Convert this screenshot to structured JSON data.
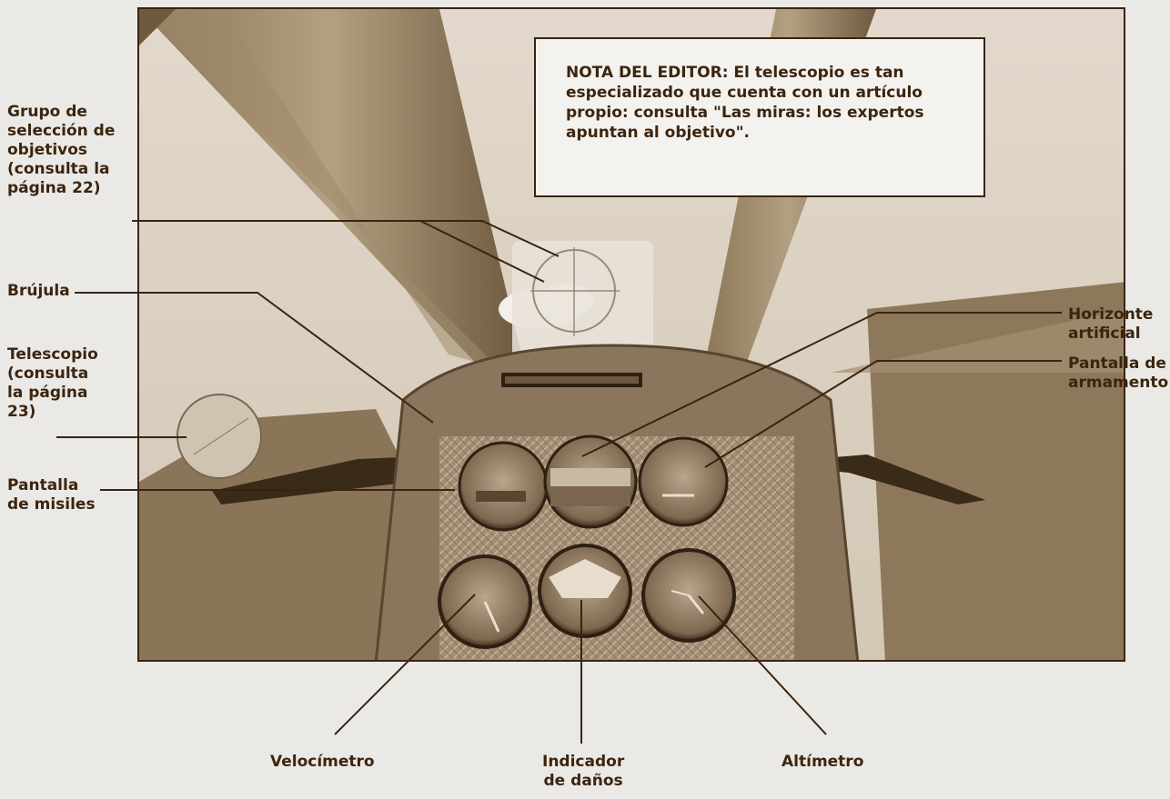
{
  "editor_note": {
    "heading": "NOTA DEL EDITOR:",
    "body": "El telescopio es tan especializado que cuenta con un artículo propio: consulta \"Las miras: los expertos apuntan al objetivo\"."
  },
  "callouts": {
    "target_group": [
      "Grupo de",
      "selección de",
      "objetivos",
      "(consulta la",
      "página 22)"
    ],
    "compass": [
      "Brújula"
    ],
    "telescope": [
      "Telescopio",
      "(consulta",
      "la página",
      "23)"
    ],
    "missile_display": [
      "Pantalla",
      "de misiles"
    ],
    "artificial_horizon": [
      "Horizonte",
      "artificial"
    ],
    "weapons_display": [
      "Pantalla de",
      "armamento"
    ],
    "speedometer": [
      "Velocímetro"
    ],
    "damage_indicator": [
      "Indicador",
      "de daños"
    ],
    "altimeter": [
      "Altímetro"
    ]
  },
  "colors": {
    "page_background": "#ebe9e6",
    "ink": "#3b250f",
    "sepia_dark": "#5a4630",
    "sepia_mid": "#9a8466",
    "sepia_light": "#d6cab8"
  }
}
